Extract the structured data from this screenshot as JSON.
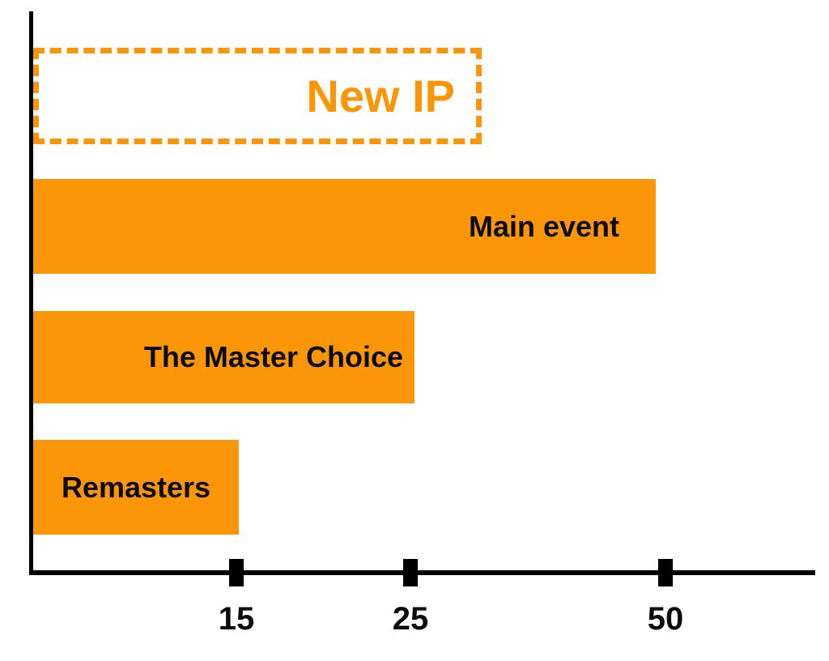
{
  "chart_data": {
    "type": "bar",
    "orientation": "horizontal",
    "title": "",
    "categories": [
      "New IP",
      "Main event",
      "The Master Choice",
      "Remasters"
    ],
    "values": [
      null,
      50,
      25,
      15
    ],
    "bars": [
      {
        "label": "New IP",
        "value": null,
        "style": "dashed-outline",
        "note": "empty dashed placeholder bar, orange label"
      },
      {
        "label": "Main event",
        "value": 50,
        "style": "solid"
      },
      {
        "label": "The Master Choice",
        "value": 25,
        "style": "solid"
      },
      {
        "label": "Remasters",
        "value": 15,
        "style": "solid"
      }
    ],
    "x_tick_labels": [
      "15",
      "25",
      "50"
    ],
    "y_tick_labels": [],
    "legend": "none",
    "grid": false,
    "axis_note": "sketch-style chart; x tick spacing is non-linear",
    "colors": {
      "bar_fill": "#FA9608",
      "accent": "#FA9608",
      "axis": "#000000",
      "bar_label": "#0B0B0B",
      "background": "#FFFFFF"
    }
  }
}
